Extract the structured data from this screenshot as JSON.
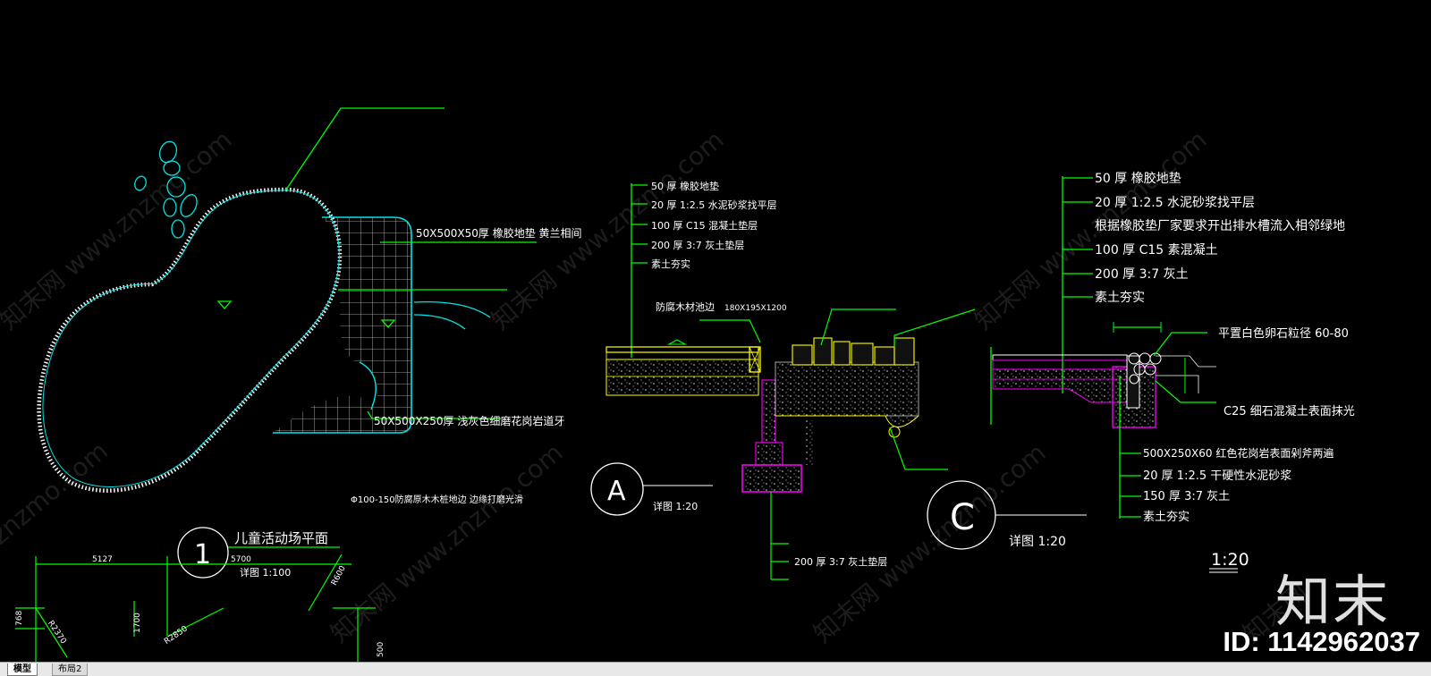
{
  "plan": {
    "rubber_label": "50X500X50厚 橡胶地垫   黄兰相间",
    "granite_label": "50X500X250厚 浅灰色细磨花岗岩道牙",
    "log_label": "Φ100-150防腐原木木桩地边  边缘打磨光滑",
    "number": "1",
    "title": "儿童活动场平面",
    "scale": "详图 1:100"
  },
  "dims": {
    "d5127": "5127",
    "d5700": "5700",
    "r600": "R600",
    "d768": "768",
    "r2370": "R2370",
    "d1700": "1700",
    "r2850": "R2850",
    "d500": "500"
  },
  "sectionA": {
    "layers": [
      "50 厚 橡胶地垫",
      "20 厚 1:2.5   水泥砂浆找平层",
      "100  厚  C15  混凝土垫层",
      "200  厚  3:7 灰土垫层",
      "素土夯实"
    ],
    "timber_label": "防腐木材池边",
    "size_label": "180X195X1200",
    "bottom_label": "200  厚  3:7 灰土垫层",
    "letter": "A",
    "scale": "详图 1:20"
  },
  "sectionC": {
    "layers": [
      "50 厚 橡胶地垫",
      "20 厚 1:2.5    水泥砂浆找平层",
      "根据橡胶垫厂家要求开出排水槽流入相邻绿地",
      "100  厚  C15  素混凝土",
      "200  厚 3:7 灰土",
      "素土夯实"
    ],
    "pebble_label": "平置白色卵石粒径        60-80",
    "concrete_label": "C25 细石混凝土表面抹光",
    "lower_layers": [
      "500X250X60        红色花岗岩表面剁斧两遍",
      "20 厚 1:2.5  干硬性水泥砂浆",
      "150  厚  3:7  灰土",
      "素土夯实"
    ],
    "letter": "C",
    "scale": "详图 1:20"
  },
  "scale_note": "1:20",
  "watermark": {
    "brand": "知末",
    "id": "ID: 1142962037",
    "site": "znzmo.com"
  },
  "tabs": [
    "模型",
    "布局2"
  ],
  "colors": {
    "background": "#000000",
    "leader": "#00ff00",
    "outline": "#00ffff",
    "text": "#ffffff",
    "magenta": "#ff00ff",
    "yellow": "#ffff00"
  }
}
